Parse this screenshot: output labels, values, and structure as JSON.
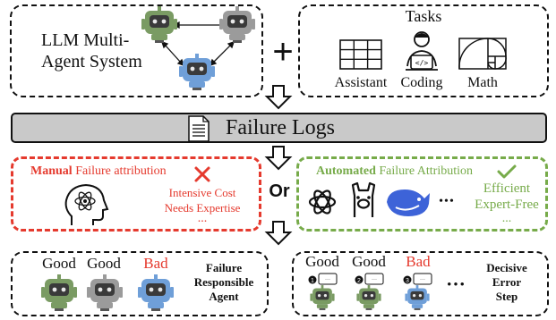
{
  "top": {
    "system_label": [
      "LLM Multi-",
      "Agent System"
    ],
    "plus": "+",
    "tasks_title": "Tasks",
    "tasks": [
      "Assistant",
      "Coding",
      "Math"
    ]
  },
  "logs": {
    "label": "Failure Logs"
  },
  "manual": {
    "title_bold": "Manual",
    "title_rest": " Failure attribution",
    "cons": [
      "Intensive Cost",
      "Needs Expertise"
    ],
    "ellipsis": "..."
  },
  "or": "Or",
  "automated": {
    "title_bold": "Automated",
    "title_rest": " Failure Attribution",
    "pros": [
      "Efficient",
      "Expert-Free"
    ],
    "ellipsis": "...",
    "dots": "•••"
  },
  "agent_result": {
    "labels": [
      "Good",
      "Good",
      "Bad"
    ],
    "caption": [
      "Failure",
      "Responsible",
      "Agent"
    ]
  },
  "step_result": {
    "labels": [
      "Good",
      "Good",
      "Bad"
    ],
    "steps": [
      "1",
      "2",
      "3"
    ],
    "dots": "•••",
    "caption": [
      "Decisive",
      "Error",
      "Step"
    ]
  },
  "colors": {
    "good_agent": "#7a9b63",
    "neutral_agent": "#9b9b9b",
    "bad_agent": "#6f9fd8",
    "manual_red": "#e53a2e",
    "auto_green": "#77ab4a",
    "logs_bg": "#c9c9c9"
  }
}
